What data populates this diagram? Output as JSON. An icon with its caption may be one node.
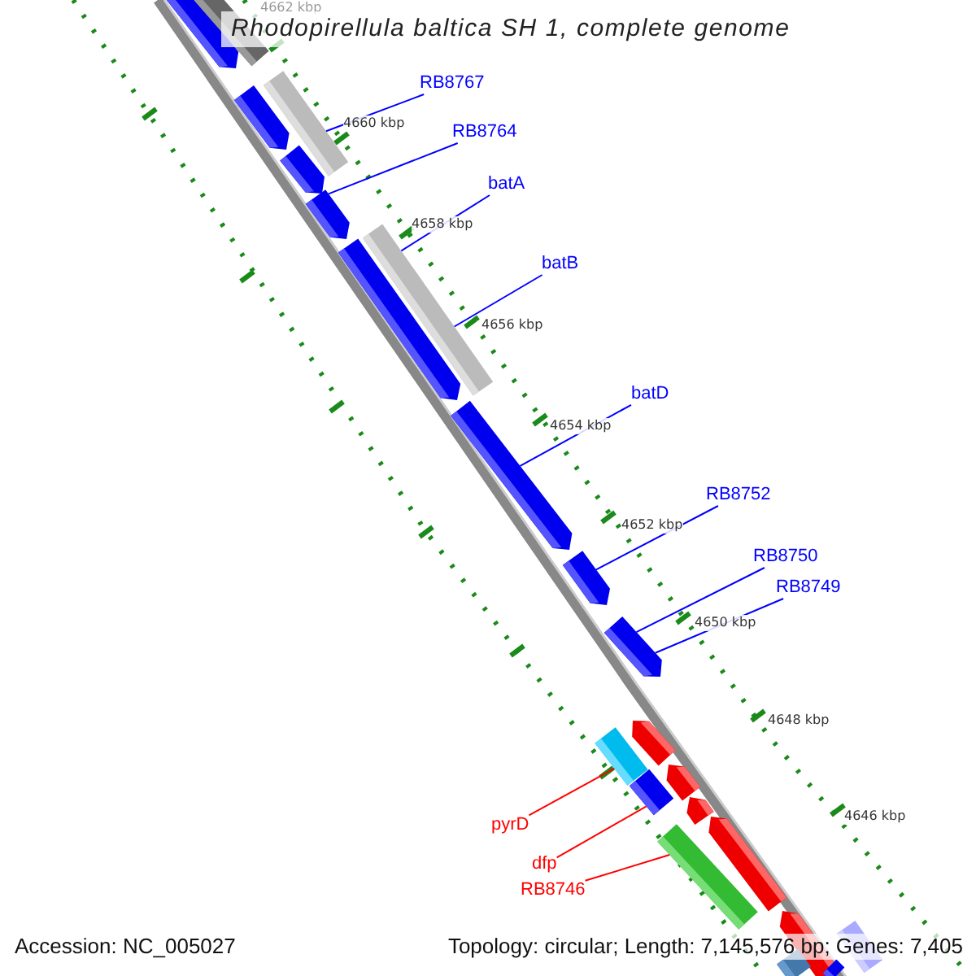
{
  "diagram": {
    "title": "Rhodopirellula baltica SH 1, complete genome",
    "nodes": [
      {
        "text": [
          "RB8767"
        ]
      },
      {
        "text": [
          "RB8764"
        ]
      },
      {
        "text": [
          "batA"
        ]
      },
      {
        "text": [
          "batB"
        ]
      },
      {
        "text": [
          "batD"
        ]
      },
      {
        "text": [
          "RB8752"
        ]
      },
      {
        "text": [
          "RB8750"
        ]
      },
      {
        "text": [
          "RB8749"
        ]
      },
      {
        "text": [
          "pyrD"
        ]
      },
      {
        "text": [
          "dfp"
        ]
      },
      {
        "text": [
          "RB8746"
        ]
      },
      {
        "text": [],
        "shape": "bar"
      },
      {
        "text": [],
        "shape": "bar"
      },
      {
        "text": [],
        "shape": "bar"
      },
      {
        "text": [],
        "shape": "bar"
      },
      {
        "text": [],
        "shape": "bar"
      },
      {
        "text": [],
        "shape": "bar"
      },
      {
        "text": [],
        "shape": "bar"
      },
      {
        "text": [],
        "shape": "bar"
      },
      {
        "text": [],
        "shape": "bar"
      }
    ],
    "edges": [
      {
        "from": 0,
        "to": 11,
        "arrow": "none"
      },
      {
        "from": 1,
        "to": 12,
        "arrow": "none"
      },
      {
        "from": 2,
        "to": 13,
        "arrow": "none"
      },
      {
        "from": 3,
        "to": 13,
        "arrow": "none"
      },
      {
        "from": 4,
        "to": 14,
        "arrow": "none"
      },
      {
        "from": 5,
        "to": 15,
        "arrow": "none"
      },
      {
        "from": 6,
        "to": 16,
        "arrow": "none"
      },
      {
        "from": 7,
        "to": 16,
        "arrow": "none"
      },
      {
        "from": 8,
        "to": 17,
        "arrow": "none",
        "color": "#ff0000"
      },
      {
        "from": 9,
        "to": 18,
        "arrow": "none",
        "color": "#ff0000"
      },
      {
        "from": 10,
        "to": 19,
        "arrow": "none",
        "color": "#ff0000"
      }
    ],
    "labels": [
      "4662 kbp",
      "4660 kbp",
      "4658 kbp",
      "4656 kbp",
      "4654 kbp",
      "4652 kbp",
      "4650 kbp",
      "4648 kbp",
      "4646 kbp",
      "Accession: NC_005027",
      "Topology: circular; Length: 7,145,576 bp; Genes: 7,405"
    ]
  }
}
